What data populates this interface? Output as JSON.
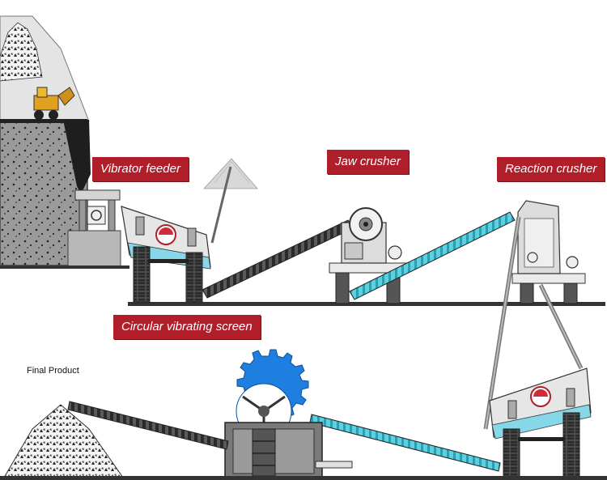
{
  "labels": {
    "vibrator_feeder": "Vibrator feeder",
    "jaw_crusher": "Jaw crusher",
    "reaction_crusher": "Reaction crusher",
    "circular_vibrating_screen": "Circular vibrating screen",
    "final_product": "Final Product"
  },
  "colors": {
    "label_bg": "#b01e2a",
    "conveyor_belt": "#5fd0e0",
    "sand_washer_wheel": "#1e7fe0",
    "ground": "#333333",
    "rock": "#8a8a8a",
    "machine": "#d8d8d8"
  }
}
